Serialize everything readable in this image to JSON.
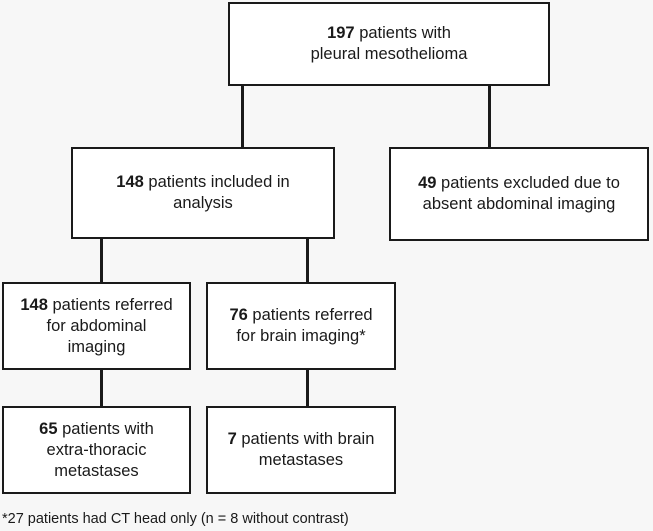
{
  "flowchart": {
    "top": {
      "count": "197",
      "text_line1": " patients with",
      "text_line2": "pleural mesothelioma"
    },
    "included": {
      "count": "148",
      "text_line1": " patients included in",
      "text_line2": "analysis"
    },
    "excluded": {
      "count": "49",
      "text_line1": " patients excluded due to",
      "text_line2": "absent abdominal imaging"
    },
    "abdominal": {
      "count": "148",
      "text_line1": " patients referred",
      "text_line2": "for abdominal",
      "text_line3": "imaging"
    },
    "brain": {
      "count": "76",
      "text_line1": " patients referred",
      "text_line2": "for brain imaging*"
    },
    "extra_thoracic": {
      "count": "65",
      "text_line1": " patients with",
      "text_line2": "extra-thoracic",
      "text_line3": "metastases"
    },
    "brain_mets": {
      "count": "7",
      "text_line1": " patients with brain",
      "text_line2": "metastases"
    }
  },
  "footnote": "*27 patients had CT head only (n = 8 without contrast)"
}
